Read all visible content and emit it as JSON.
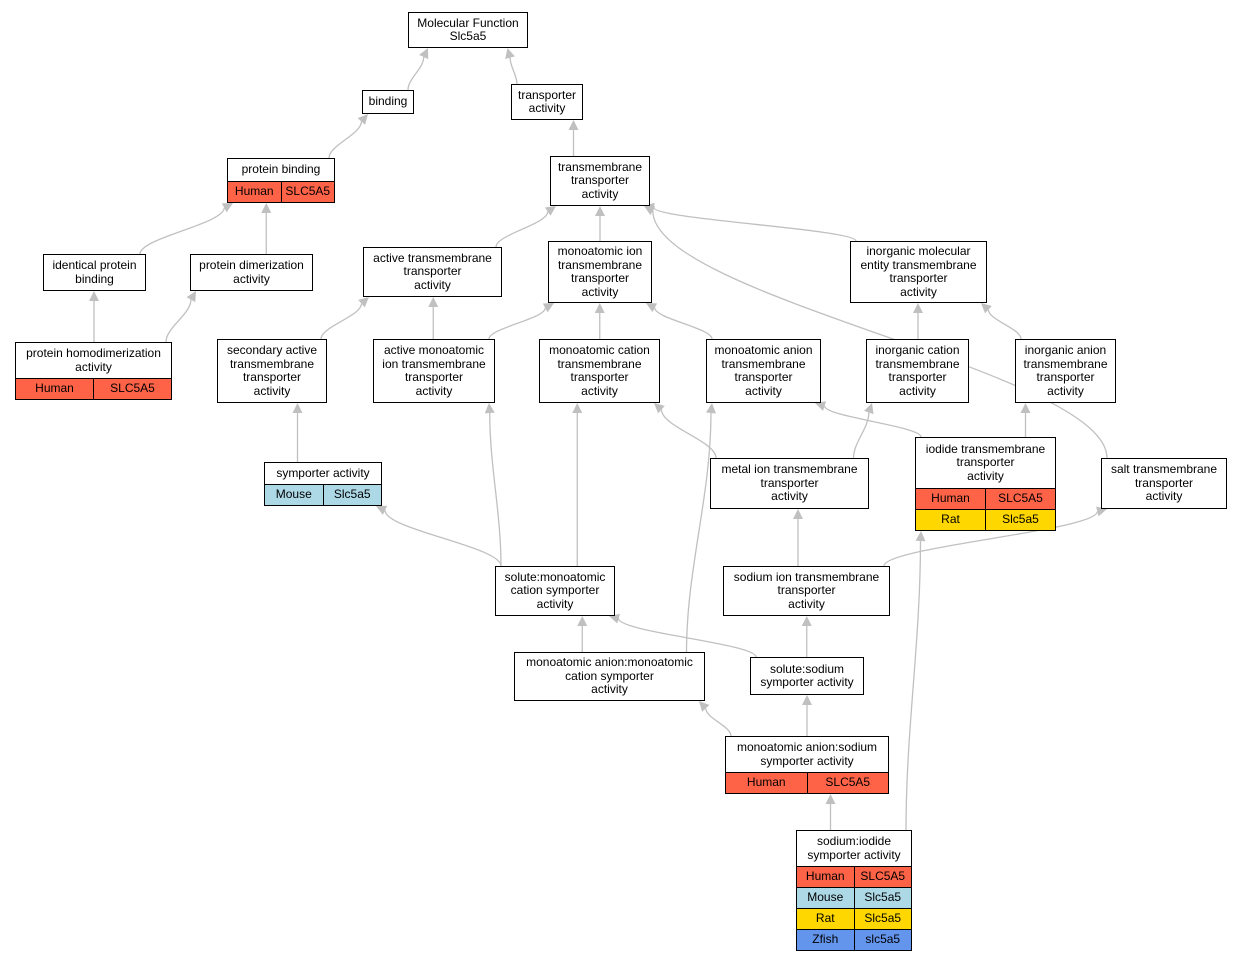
{
  "graph": {
    "nodes": [
      {
        "id": "mf",
        "label": "Molecular Function\nSlc5a5"
      },
      {
        "id": "binding",
        "label": "binding"
      },
      {
        "id": "transporter",
        "label": "transporter\nactivity"
      },
      {
        "id": "protein_binding",
        "label": "protein binding",
        "rows": [
          {
            "species": "Human",
            "gene": "SLC5A5"
          }
        ]
      },
      {
        "id": "tm_transporter",
        "label": "transmembrane\ntransporter\nactivity"
      },
      {
        "id": "identical_protein",
        "label": "identical protein\nbinding"
      },
      {
        "id": "protein_dimerization",
        "label": "protein dimerization\nactivity"
      },
      {
        "id": "active_tm",
        "label": "active transmembrane\ntransporter\nactivity"
      },
      {
        "id": "monoatomic_ion_tm",
        "label": "monoatomic ion\ntransmembrane\ntransporter\nactivity"
      },
      {
        "id": "inorganic_molecular",
        "label": "inorganic molecular\nentity transmembrane\ntransporter\nactivity"
      },
      {
        "id": "protein_homodimerization",
        "label": "protein homodimerization\nactivity",
        "rows": [
          {
            "species": "Human",
            "gene": "SLC5A5"
          }
        ]
      },
      {
        "id": "secondary_active",
        "label": "secondary active\ntransmembrane\ntransporter\nactivity"
      },
      {
        "id": "active_monoatomic_ion",
        "label": "active monoatomic\nion transmembrane\ntransporter\nactivity"
      },
      {
        "id": "monoatomic_cation_tm",
        "label": "monoatomic cation\ntransmembrane\ntransporter\nactivity"
      },
      {
        "id": "monoatomic_anion_tm",
        "label": "monoatomic anion\ntransmembrane\ntransporter\nactivity"
      },
      {
        "id": "inorganic_cation",
        "label": "inorganic cation\ntransmembrane\ntransporter\nactivity"
      },
      {
        "id": "inorganic_anion",
        "label": "inorganic anion\ntransmembrane\ntransporter\nactivity"
      },
      {
        "id": "symporter",
        "label": "symporter activity",
        "rows": [
          {
            "species": "Mouse",
            "gene": "Slc5a5"
          }
        ]
      },
      {
        "id": "iodide_tm",
        "label": "iodide transmembrane\ntransporter\nactivity",
        "rows": [
          {
            "species": "Human",
            "gene": "SLC5A5"
          },
          {
            "species": "Rat",
            "gene": "Slc5a5"
          }
        ]
      },
      {
        "id": "metal_ion",
        "label": "metal ion transmembrane\ntransporter\nactivity"
      },
      {
        "id": "salt_tm",
        "label": "salt transmembrane\ntransporter\nactivity"
      },
      {
        "id": "solute_monoatomic_cation",
        "label": "solute:monoatomic\ncation symporter\nactivity"
      },
      {
        "id": "sodium_ion_tm",
        "label": "sodium ion transmembrane\ntransporter\nactivity"
      },
      {
        "id": "monoatomic_anion_cation_sym",
        "label": "monoatomic anion:monoatomic\ncation symporter\nactivity"
      },
      {
        "id": "solute_sodium",
        "label": "solute:sodium\nsymporter activity"
      },
      {
        "id": "monoatomic_anion_sodium",
        "label": "monoatomic anion:sodium\nsymporter activity",
        "rows": [
          {
            "species": "Human",
            "gene": "SLC5A5"
          }
        ]
      },
      {
        "id": "sodium_iodide",
        "label": "sodium:iodide\nsymporter activity",
        "rows": [
          {
            "species": "Human",
            "gene": "SLC5A5"
          },
          {
            "species": "Mouse",
            "gene": "Slc5a5"
          },
          {
            "species": "Rat",
            "gene": "Slc5a5"
          },
          {
            "species": "Zfish",
            "gene": "slc5a5"
          }
        ]
      }
    ],
    "edges": [
      [
        "binding",
        "mf"
      ],
      [
        "transporter",
        "mf"
      ],
      [
        "protein_binding",
        "binding"
      ],
      [
        "tm_transporter",
        "transporter"
      ],
      [
        "identical_protein",
        "protein_binding"
      ],
      [
        "protein_dimerization",
        "protein_binding"
      ],
      [
        "active_tm",
        "tm_transporter"
      ],
      [
        "monoatomic_ion_tm",
        "tm_transporter"
      ],
      [
        "inorganic_molecular",
        "tm_transporter"
      ],
      [
        "salt_tm",
        "tm_transporter"
      ],
      [
        "protein_homodimerization",
        "identical_protein"
      ],
      [
        "protein_homodimerization",
        "protein_dimerization"
      ],
      [
        "secondary_active",
        "active_tm"
      ],
      [
        "active_monoatomic_ion",
        "active_tm"
      ],
      [
        "active_monoatomic_ion",
        "monoatomic_ion_tm"
      ],
      [
        "monoatomic_cation_tm",
        "monoatomic_ion_tm"
      ],
      [
        "monoatomic_anion_tm",
        "monoatomic_ion_tm"
      ],
      [
        "inorganic_cation",
        "inorganic_molecular"
      ],
      [
        "inorganic_anion",
        "inorganic_molecular"
      ],
      [
        "symporter",
        "secondary_active"
      ],
      [
        "iodide_tm",
        "monoatomic_anion_tm"
      ],
      [
        "iodide_tm",
        "inorganic_anion"
      ],
      [
        "metal_ion",
        "monoatomic_cation_tm"
      ],
      [
        "metal_ion",
        "inorganic_cation"
      ],
      [
        "solute_monoatomic_cation",
        "symporter"
      ],
      [
        "solute_monoatomic_cation",
        "active_monoatomic_ion"
      ],
      [
        "solute_monoatomic_cation",
        "monoatomic_cation_tm"
      ],
      [
        "sodium_ion_tm",
        "metal_ion"
      ],
      [
        "sodium_ion_tm",
        "salt_tm"
      ],
      [
        "monoatomic_anion_cation_sym",
        "solute_monoatomic_cation"
      ],
      [
        "monoatomic_anion_cation_sym",
        "monoatomic_anion_tm"
      ],
      [
        "solute_sodium",
        "solute_monoatomic_cation"
      ],
      [
        "solute_sodium",
        "sodium_ion_tm"
      ],
      [
        "monoatomic_anion_sodium",
        "monoatomic_anion_cation_sym"
      ],
      [
        "monoatomic_anion_sodium",
        "solute_sodium"
      ],
      [
        "sodium_iodide",
        "monoatomic_anion_sodium"
      ],
      [
        "sodium_iodide",
        "iodide_tm"
      ]
    ]
  },
  "species_colors": {
    "Human": "#ff6347",
    "Mouse": "#add8e6",
    "Rat": "#ffd700",
    "Zfish": "#6495ed"
  },
  "edge_color": "#c0c0c0"
}
